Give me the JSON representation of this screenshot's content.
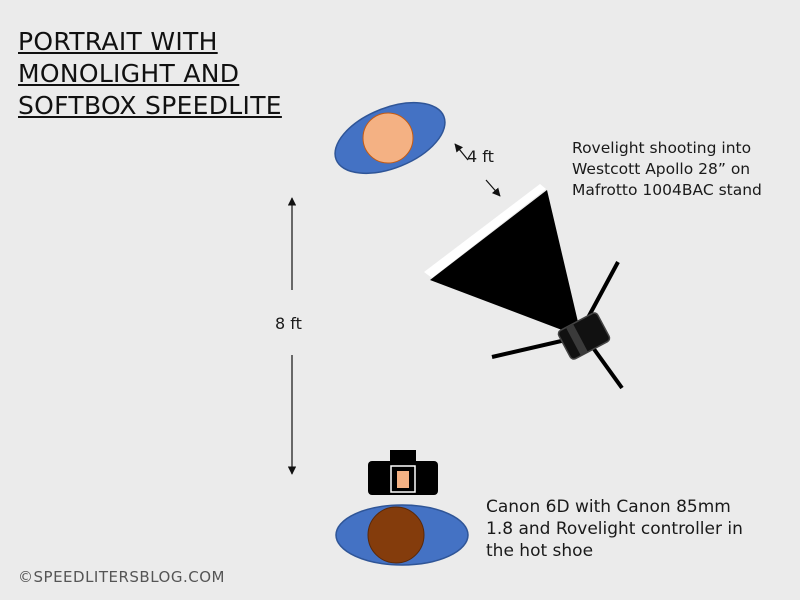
{
  "title": {
    "lines": [
      "PORTRAIT WITH",
      "MONOLIGHT AND",
      "SOFTBOX SPEEDLITE"
    ]
  },
  "light": {
    "lines": [
      "Rovelight shooting into",
      "Westcott Apollo 28” on",
      "Mafrotto 1004BAC stand"
    ]
  },
  "camera": {
    "lines": [
      "Canon 6D with Canon 85mm",
      "1.8 and Rovelight controller in",
      "the hot shoe"
    ]
  },
  "distances": {
    "subject_to_light": "4 ft",
    "subject_to_camera": "8 ft"
  },
  "footer": "©SPEEDLITERSBLOG.COM",
  "colors": {
    "background": "#ebebeb",
    "subject_ellipse": "#4472c4",
    "subject_head": "#f4b183",
    "photographer_ellipse": "#4472c4",
    "photographer_head": "#843c0c",
    "softbox": "#000000",
    "softbox_face": "#ffffff",
    "camera_body": "#000000",
    "camera_screen": "#f4b183"
  }
}
